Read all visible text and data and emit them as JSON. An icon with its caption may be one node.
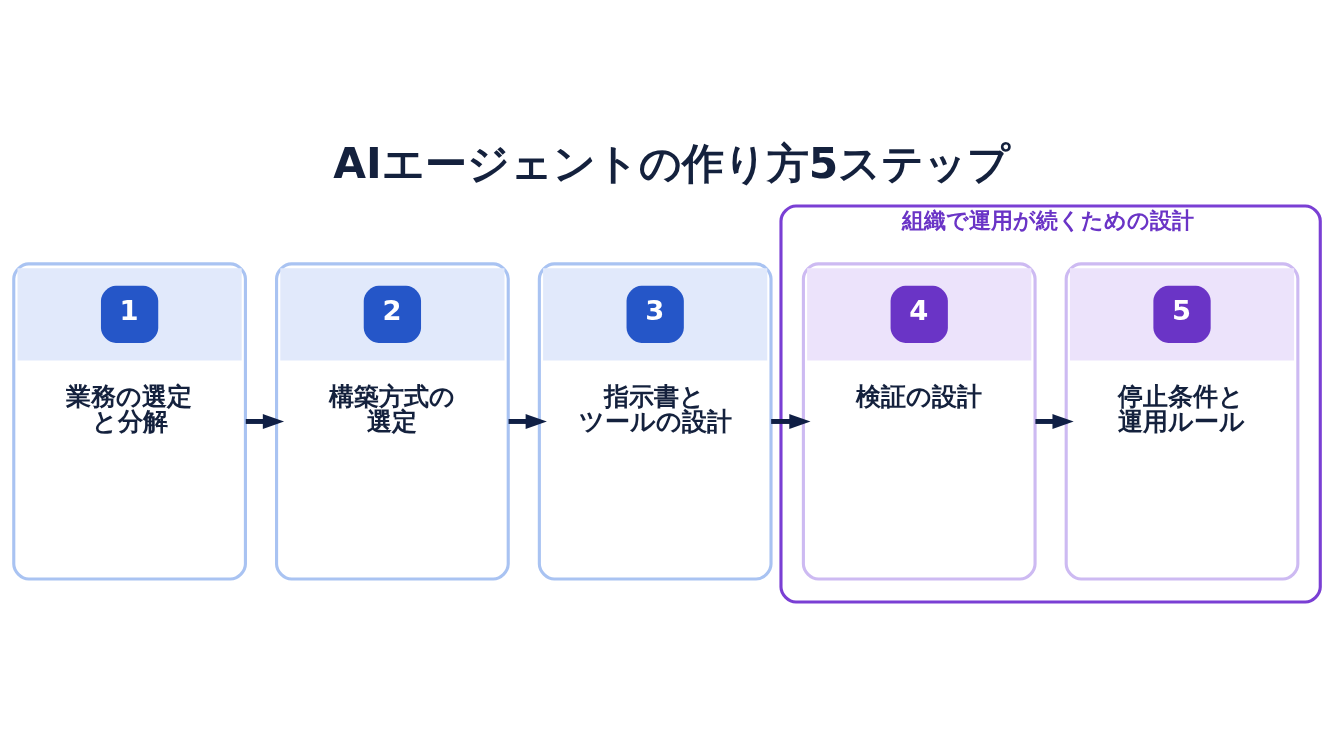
{
  "diagram": {
    "title": "AIエージェントの作り方5ステップ",
    "nodes": [
      {
        "text": [
          "1",
          "業務の選定と分解"
        ]
      },
      {
        "text": [
          "2",
          "構築方式の選定"
        ]
      },
      {
        "text": [
          "3",
          "指示書とツールの設計"
        ]
      },
      {
        "text": [
          "組織で運用が続くための設計"
        ]
      },
      {
        "text": [
          "4",
          "検証の設計"
        ],
        "in": 3
      },
      {
        "text": [
          "5",
          "停止条件と運用ルール"
        ],
        "in": 3
      }
    ],
    "edges": [
      {
        "from": 0,
        "to": 1,
        "arrow": "to"
      },
      {
        "from": 1,
        "to": 2,
        "arrow": "to"
      },
      {
        "from": 2,
        "to": 4,
        "arrow": "to"
      },
      {
        "from": 4,
        "to": 5,
        "arrow": "to"
      }
    ]
  }
}
